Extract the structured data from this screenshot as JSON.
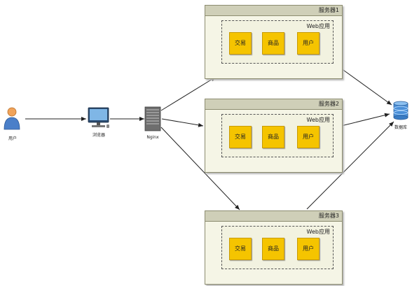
{
  "nodes": {
    "user": "用户",
    "browser": "浏览器",
    "nginx": "Nginx",
    "database": "数据库"
  },
  "servers": [
    {
      "title": "服务器1",
      "app": "Web应用",
      "modules": [
        "交易",
        "商品",
        "用户"
      ]
    },
    {
      "title": "服务器2",
      "app": "Web应用",
      "modules": [
        "交易",
        "商品",
        "用户"
      ]
    },
    {
      "title": "服务器3",
      "app": "Web应用",
      "modules": [
        "交易",
        "商品",
        "用户"
      ]
    }
  ],
  "colors": {
    "module": "#f5c400",
    "server_bg": "#f5f5e6",
    "server_header": "#cfcfb8",
    "user_icon": "#f0a35a",
    "db_icon": "#4a8fd8"
  }
}
